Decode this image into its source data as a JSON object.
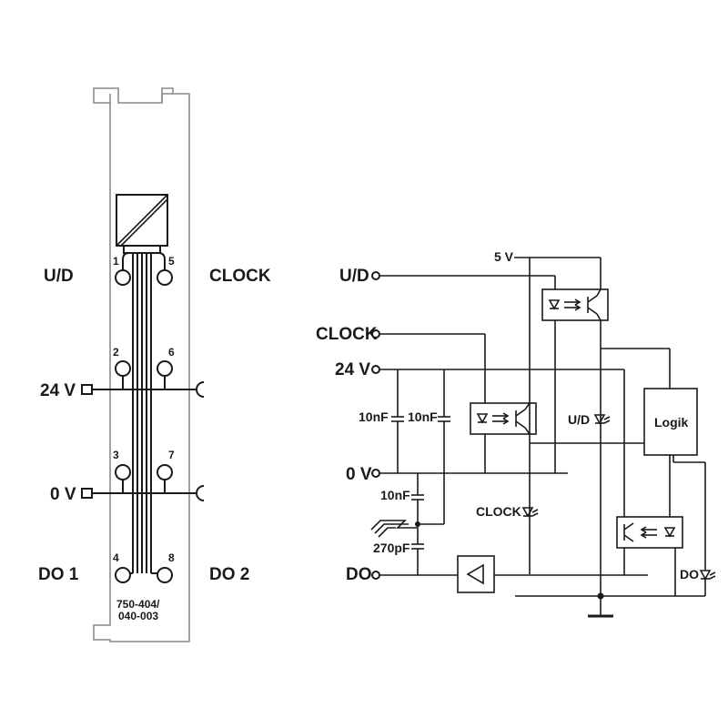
{
  "module": {
    "part_number_line1": "750-404/",
    "part_number_line2": "040-003",
    "terminals": [
      "1",
      "2",
      "3",
      "4",
      "5",
      "6",
      "7",
      "8"
    ],
    "labels": {
      "ud": "U/D",
      "clock": "CLOCK",
      "v24": "24 V",
      "v0": "0 V",
      "do1": "DO 1",
      "do2": "DO 2"
    }
  },
  "schematic": {
    "labels": {
      "v5": "5 V",
      "ud": "U/D",
      "clock": "CLOCK",
      "v24": "24 V",
      "v0": "0 V",
      "do": "DO",
      "cap1": "10nF",
      "cap2": "10nF",
      "cap3": "10nF",
      "cap4": "270pF",
      "logic": "Logik",
      "led_ud": "U/D",
      "led_clock": "CLOCK",
      "led_do": "DO"
    }
  },
  "colors": {
    "ink": "#1a1a1a",
    "module_outline": "#8a8a8a"
  }
}
